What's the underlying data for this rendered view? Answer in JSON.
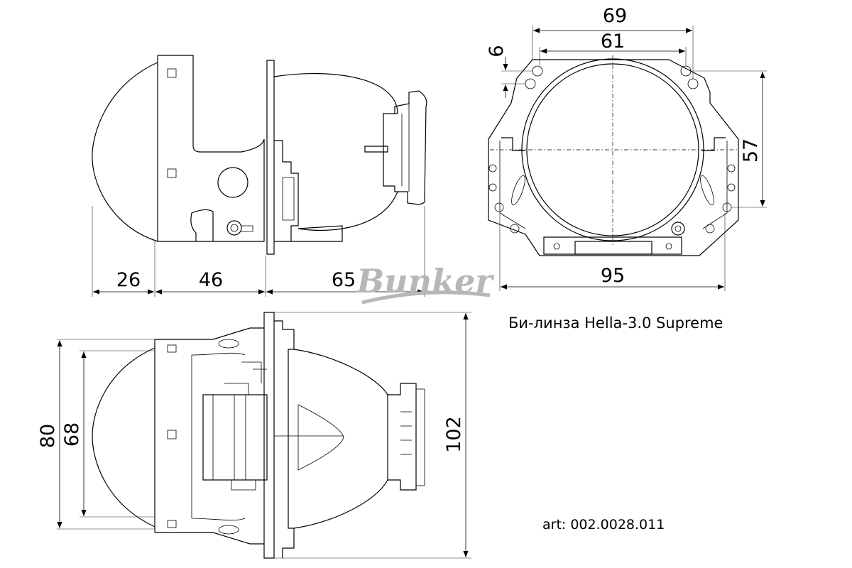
{
  "title": "Би-линза Hella-3.0 Supreme",
  "article": "art: 002.0028.011",
  "logo_text": "Bunker",
  "colors": {
    "line": "#000000",
    "logo": "#b7b7b7",
    "background": "#ffffff"
  },
  "dimensions": {
    "side_view": {
      "front": "26",
      "middle": "46",
      "rear": "65"
    },
    "front_view": {
      "outer_width": "69",
      "inner_width": "61",
      "hole_offset": "6",
      "hole_spacing": "57",
      "flange_width": "95"
    },
    "top_view": {
      "outer_height": "80",
      "lens_height": "68",
      "total_length": "102"
    }
  }
}
